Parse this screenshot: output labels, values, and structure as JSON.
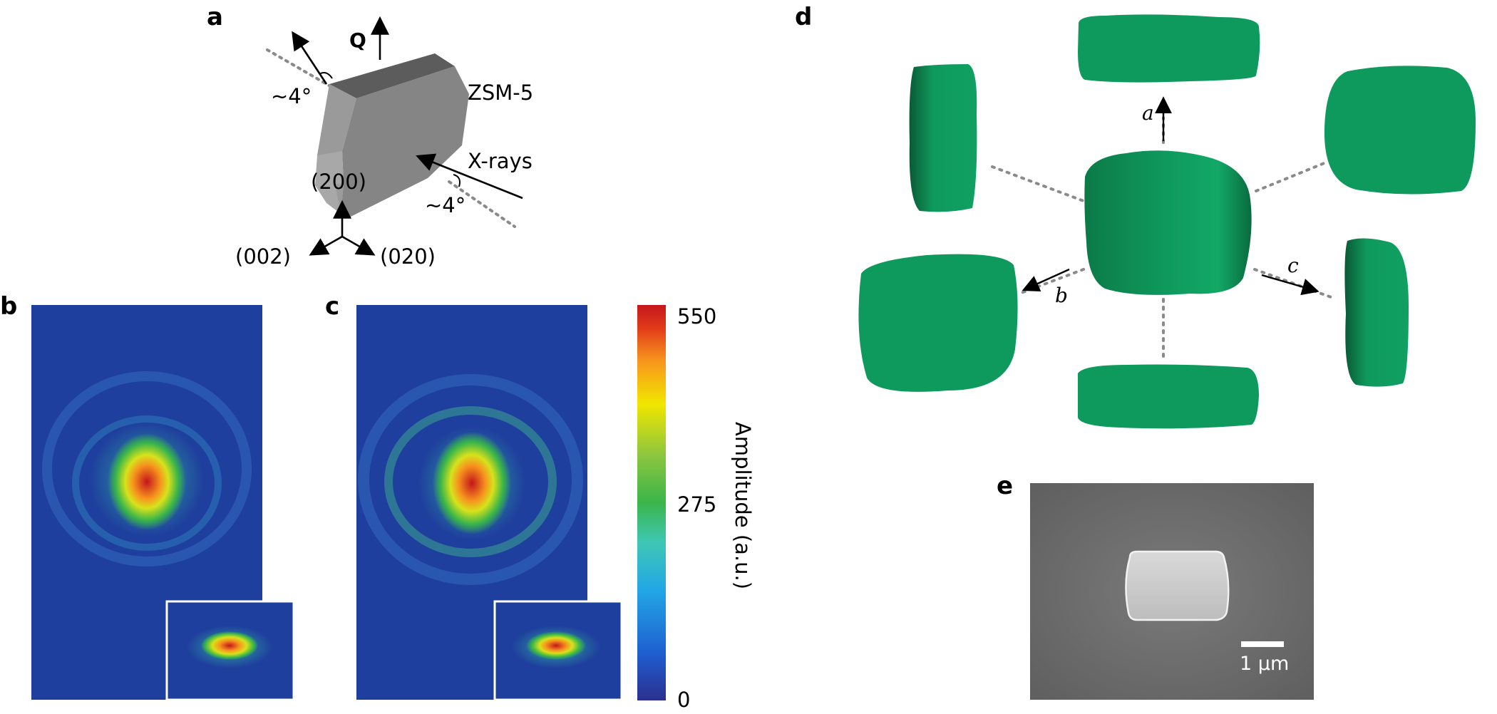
{
  "panel_labels": {
    "a": "a",
    "b": "b",
    "c": "c",
    "d": "d",
    "e": "e"
  },
  "panel_a": {
    "q_label": "Q",
    "crystal_label": "ZSM-5",
    "xray_label": "X-rays",
    "angle_top": "~4°",
    "angle_bottom": "~4°",
    "facet_label": "(200)",
    "axis_left": "(002)",
    "axis_right": "(020)"
  },
  "colorbar": {
    "label": "Amplitude (a.u.)",
    "ticks": [
      "550",
      "275",
      "0"
    ],
    "colors": [
      "#2a2f8f",
      "#1f5fd0",
      "#22a7e6",
      "#3fc7b4",
      "#3ab54a",
      "#8cc63f",
      "#f2e600",
      "#f7941d",
      "#e23b1a",
      "#c4161c"
    ]
  },
  "panel_d": {
    "axis_a": "a",
    "axis_b": "b",
    "axis_c": "c",
    "shape_color": "#0f9a5d"
  },
  "panel_e": {
    "scale_label": "1 µm"
  }
}
